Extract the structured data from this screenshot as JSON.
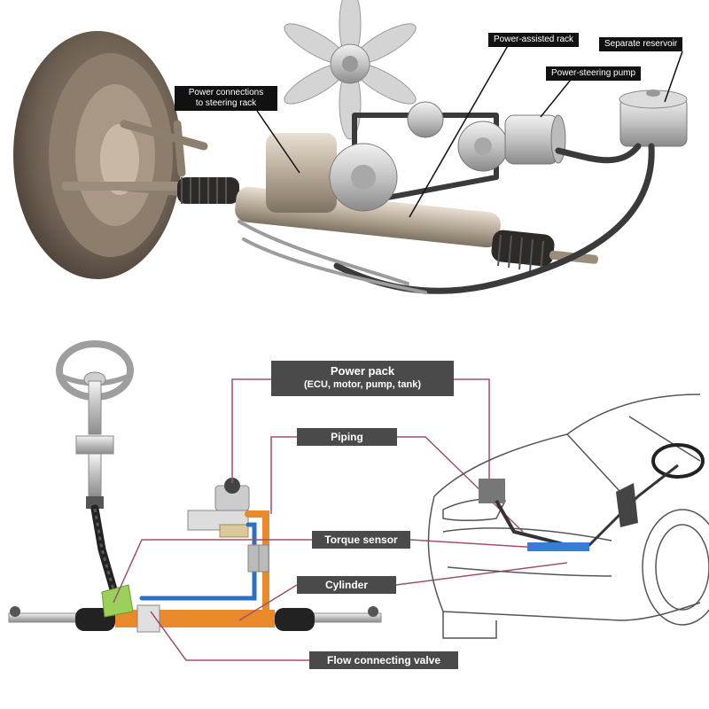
{
  "top_diagram": {
    "labels": {
      "power_connections_line1": "Power connections",
      "power_connections_line2": "to steering rack",
      "power_assisted_rack": "Power-assisted rack",
      "separate_reservoir": "Separate reservoir",
      "power_steering_pump": "Power-steering pump"
    }
  },
  "bottom_diagram": {
    "labels": {
      "power_pack_title": "Power pack",
      "power_pack_sub": "(ECU, motor, pump, tank)",
      "piping": "Piping",
      "torque_sensor": "Torque sensor",
      "cylinder": "Cylinder",
      "flow_connecting_valve": "Flow connecting valve"
    },
    "colors": {
      "label_box": "#4a4a4a",
      "leader_line": "#a0506a",
      "piping_orange": "#e8892a",
      "piping_blue": "#2f6fc0"
    }
  }
}
